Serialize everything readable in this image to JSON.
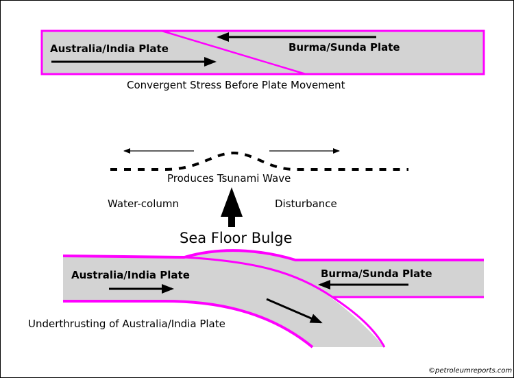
{
  "top_panel": {
    "left_plate": "Australia/India Plate",
    "right_plate": "Burma/Sunda Plate",
    "caption": "Convergent Stress Before Plate Movement"
  },
  "wave": {
    "produces": "Produces Tsunami Wave",
    "water_column": "Water-column",
    "disturbance": "Disturbance"
  },
  "bottom_panel": {
    "bulge": "Sea Floor Bulge",
    "left_plate": "Australia/India Plate",
    "right_plate": "Burma/Sunda Plate",
    "caption": "Underthrusting of Australia/India Plate"
  },
  "copyright": "©petroleumreports.com",
  "colors": {
    "plate_fill": "#d3d3d3",
    "boundary": "#ff00ff",
    "arrow": "#000000"
  }
}
